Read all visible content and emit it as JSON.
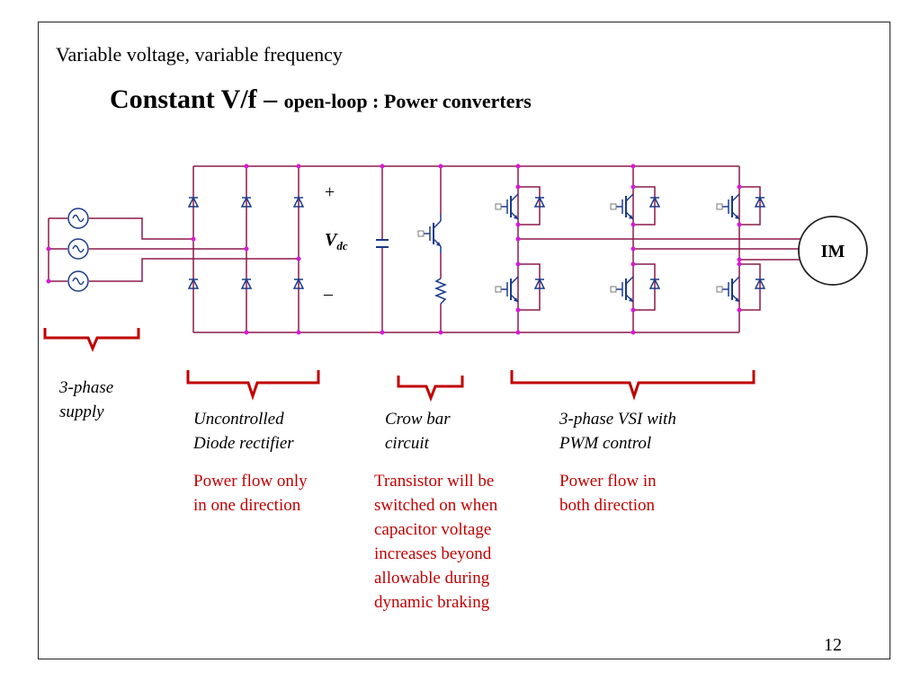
{
  "slide": {
    "subtitle": "Variable voltage, variable frequency",
    "title_main": "Constant V/f – ",
    "title_sub": "open-loop : Power converters",
    "page_number": "12"
  },
  "circuit": {
    "plus": "+",
    "minus": "–",
    "vdc_main": "V",
    "vdc_sub": "dc",
    "motor": "IM"
  },
  "blocks": [
    {
      "line1": "3-phase",
      "line2": "supply"
    },
    {
      "line1": "Uncontrolled",
      "line2": "Diode rectifier"
    },
    {
      "line1": "Crow bar",
      "line2": "circuit"
    },
    {
      "line1": "3-phase VSI with",
      "line2": "PWM control"
    }
  ],
  "notes": {
    "rectifier": [
      "Power flow only",
      "in one direction"
    ],
    "crowbar": [
      "Transistor will be",
      "switched on when",
      "capacitor voltage",
      "increases beyond",
      "allowable during",
      "dynamic braking"
    ],
    "inverter": [
      "Power flow in",
      "both direction"
    ]
  },
  "colors": {
    "wire": "#8b1a4a",
    "bracket": "#c00000",
    "device": "#1a3a8a",
    "node": "#d81ad8",
    "note": "#c00000"
  }
}
